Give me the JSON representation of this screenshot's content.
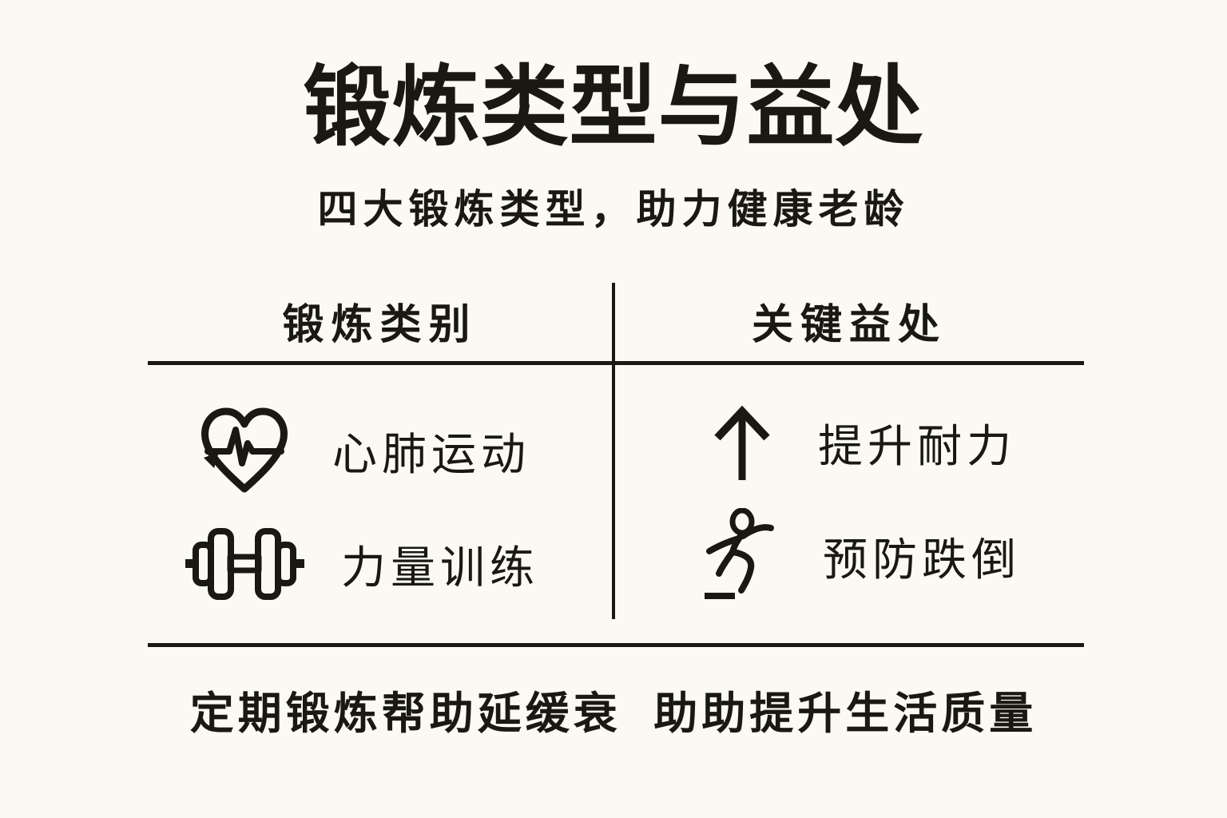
{
  "colors": {
    "background": "#FAF9F2",
    "ink": "#1A1813"
  },
  "header": {
    "title": "锻炼类型与益处",
    "subtitle": "四大锻炼类型，助力健康老龄"
  },
  "table": {
    "columns": [
      {
        "label": "锻炼类别"
      },
      {
        "label": "关键益处"
      }
    ],
    "rows": [
      {
        "type": {
          "icon": "heart-pulse-icon",
          "label": "心肺运动"
        },
        "benefit": {
          "icon": "arrow-up-icon",
          "label": "提升耐力"
        }
      },
      {
        "type": {
          "icon": "dumbbell-icon",
          "label": "力量训练"
        },
        "benefit": {
          "icon": "falling-person-icon",
          "label": "预防跌倒"
        }
      }
    ]
  },
  "footer": {
    "text": "定期锻炼帮助延缓衰  助助提升生活质量"
  }
}
